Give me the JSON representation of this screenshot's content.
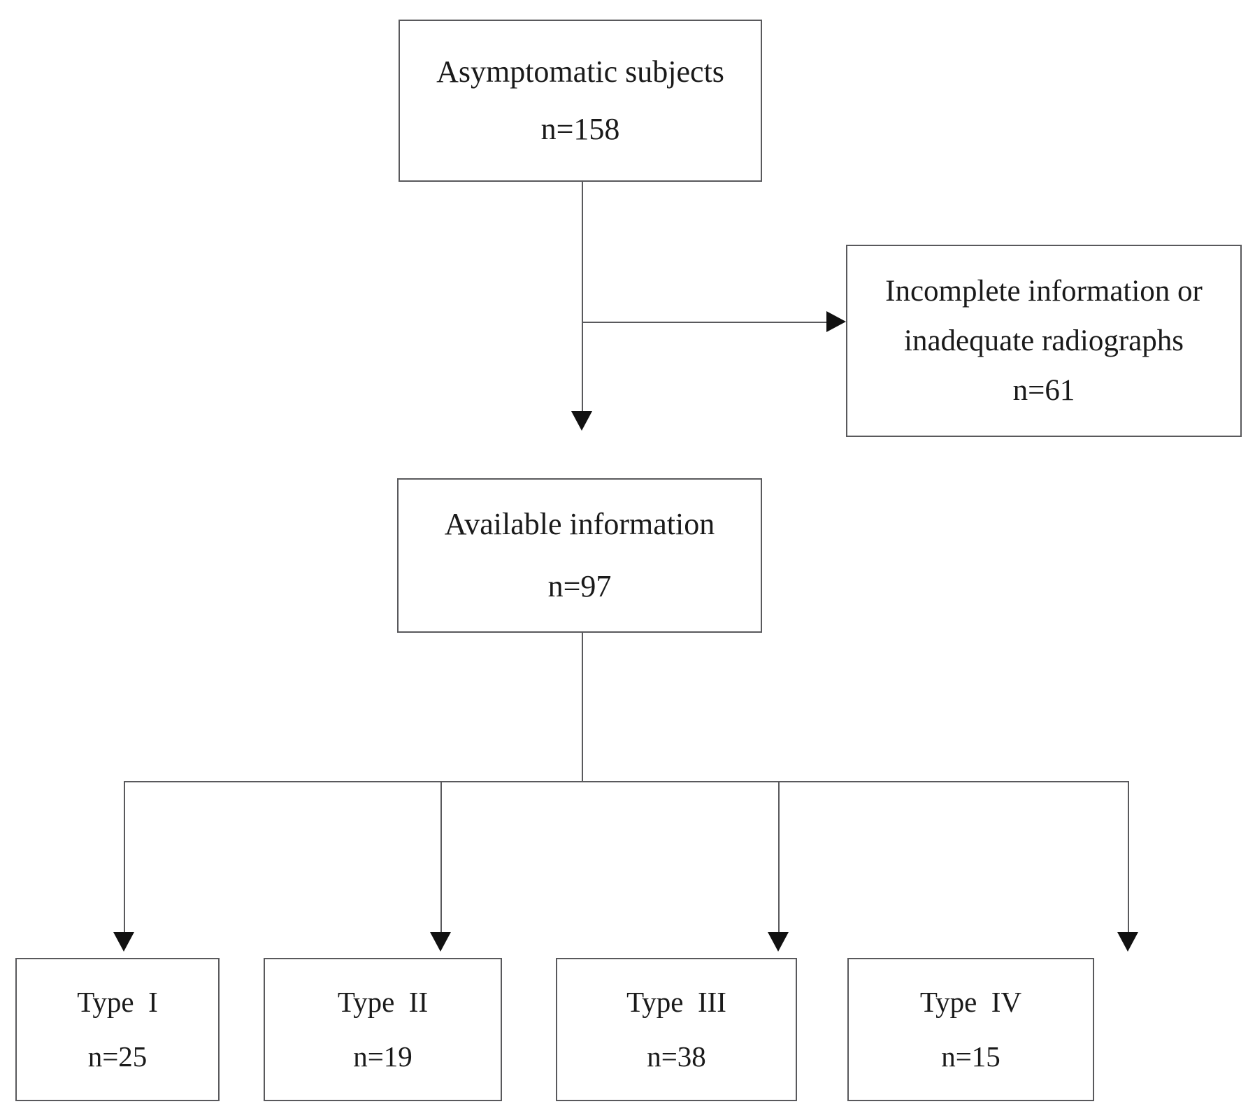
{
  "diagram": {
    "type": "flowchart",
    "orientation": "top-down",
    "nodes": {
      "asymptomatic": {
        "label": "Asymptomatic subjects",
        "count_label": "n=158",
        "count": 158
      },
      "excluded": {
        "label_line1": "Incomplete information or",
        "label_line2": "inadequate radiographs",
        "count_label": "n=61",
        "count": 61
      },
      "available": {
        "label": "Available information",
        "count_label": "n=97",
        "count": 97
      },
      "types": [
        {
          "label": "Type  I",
          "count_label": "n=25",
          "count": 25
        },
        {
          "label": "Type  II",
          "count_label": "n=19",
          "count": 19
        },
        {
          "label": "Type  III",
          "count_label": "n=38",
          "count": 38
        },
        {
          "label": "Type  IV",
          "count_label": "n=15",
          "count": 15
        }
      ]
    },
    "colors": {
      "box_border": "#59595c",
      "connector": "#59595c",
      "arrow_head": "#111111",
      "background": "#ffffff",
      "text": "#1a1a1a"
    }
  }
}
